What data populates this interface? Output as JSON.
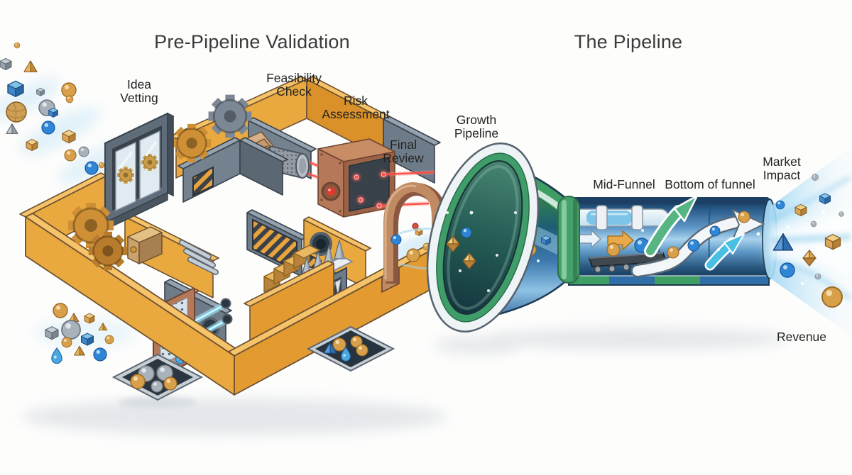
{
  "left_section": {
    "title": "Pre-Pipeline Validation",
    "stages": [
      {
        "id": "idea-vetting",
        "label": "Idea\nVetting"
      },
      {
        "id": "feasibility-check",
        "label": "Feasibility\nCheck"
      },
      {
        "id": "risk-assessment",
        "label": "Risk\nAssessment"
      },
      {
        "id": "final-review",
        "label": "Final\nReview"
      }
    ]
  },
  "right_section": {
    "title": "The Pipeline",
    "stages": [
      {
        "id": "growth-pipeline",
        "label": "Growth\nPipeline"
      },
      {
        "id": "mid-funnel",
        "label": "Mid-Funnel"
      },
      {
        "id": "bottom-of-funnel",
        "label": "Bottom of funnel"
      },
      {
        "id": "market-impact",
        "label": "Market\nImpact"
      },
      {
        "id": "revenue",
        "label": "Revenue"
      }
    ]
  },
  "palette": {
    "background": "#fdfdfc",
    "text": "#2e2e2e",
    "maze_orange": "#e8a33d",
    "maze_gray": "#6e7c89",
    "copper": "#b5795a",
    "funnel_green": "#3f9e63",
    "pipe_blue": "#2f6ea6",
    "glass_blue": "#7cc4e8",
    "token_gold": "#d9a04b",
    "token_blue": "#2f86d6",
    "laser_red": "#ff4a40",
    "mist_blue": "#cfe9f7"
  }
}
